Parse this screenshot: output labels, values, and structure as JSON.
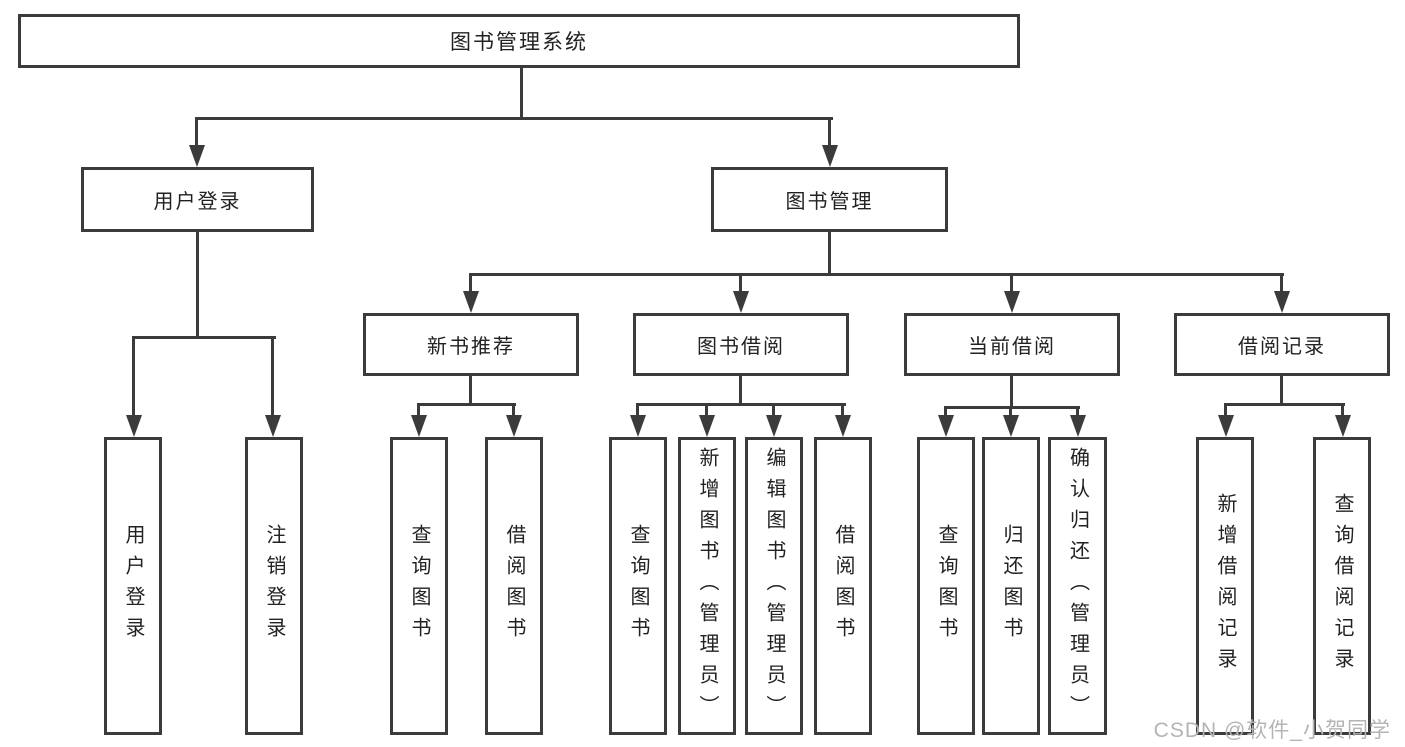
{
  "tree": {
    "root": "图书管理系统",
    "children": [
      {
        "label": "用户登录",
        "children": [
          "用户登录",
          "注销登录"
        ]
      },
      {
        "label": "图书管理",
        "children": [
          {
            "label": "新书推荐",
            "children": [
              "查询图书",
              "借阅图书"
            ]
          },
          {
            "label": "图书借阅",
            "children": [
              "查询图书",
              "新增图书（管理员）",
              "编辑图书（管理员）",
              "借阅图书"
            ]
          },
          {
            "label": "当前借阅",
            "children": [
              "查询图书",
              "归还图书",
              "确认归还（管理员）"
            ]
          },
          {
            "label": "借阅记录",
            "children": [
              "新增借阅记录",
              "查询借阅记录"
            ]
          }
        ]
      }
    ]
  },
  "watermark": {
    "text": "CSDN @软件_小贺同学"
  },
  "colors": {
    "line": "#3b3b3b",
    "text": "#222222",
    "watermark": "#b4b4b4",
    "background": "#ffffff"
  }
}
